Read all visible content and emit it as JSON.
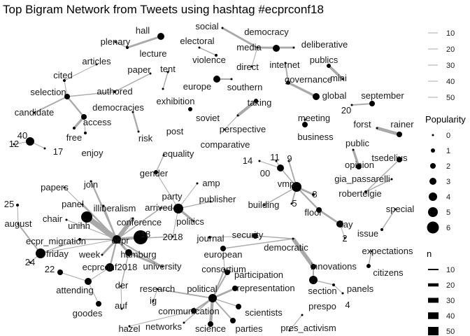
{
  "title": "Top Bigram Network from Tweets using hashtag #ecprconf18",
  "words": [
    "hall",
    "lecture",
    "plenary",
    "social",
    "democracy",
    "media",
    "deliberative",
    "electoral",
    "violence",
    "direct",
    "internet",
    "publics",
    "mini",
    "articles",
    "cited",
    "paper",
    "authored",
    "tent",
    "europe",
    "southern",
    "governance",
    "global",
    "selection",
    "candidate",
    "democracies",
    "exhibition",
    "risk",
    "post",
    "soviet",
    "taking",
    "perspective",
    "comparative",
    "september",
    "20",
    "meeting",
    "business",
    "access",
    "free",
    "enjoy",
    "40",
    "12",
    "17",
    "forst",
    "rainer",
    "public",
    "tsedelius",
    "opinion",
    "gia_passarelli",
    "robertelgie",
    "equality",
    "gender",
    "party",
    "amp",
    "publisher",
    "arrived",
    "politics",
    "14",
    "11",
    "00",
    "9",
    "vmp",
    "8",
    "5",
    "building",
    "floor",
    "day",
    "2",
    "special",
    "issue",
    "papers",
    "join",
    "25",
    "panel",
    "chair",
    "illiberalism",
    "conference",
    "unihh",
    "august",
    "ecpr_migration",
    "ecpr",
    "18",
    "2018",
    "journal",
    "security",
    "week",
    "friday",
    "hamburg",
    "24",
    "22",
    "ecprconf2018",
    "university",
    "european",
    "democratic",
    "consortium",
    "der",
    "research",
    "participation",
    "expectations",
    "citizens",
    "innovations",
    "panels",
    "section",
    "4",
    "attending",
    "ig",
    "representation",
    "political",
    "auf",
    "goodes",
    "communication",
    "scientists",
    "prespo",
    "networks",
    "science",
    "parties",
    "pres_activism",
    "hazel"
  ],
  "edges": [
    [
      "hall",
      "lecture",
      19
    ],
    [
      "plenary",
      "lecture",
      12
    ],
    [
      "social",
      "media",
      18
    ],
    [
      "media",
      "democracy",
      15
    ],
    [
      "media",
      "deliberative",
      18
    ],
    [
      "electoral",
      "violence",
      12
    ],
    [
      "media",
      "direct",
      10
    ],
    [
      "internet",
      "governance",
      14
    ],
    [
      "publics",
      "mini",
      22
    ],
    [
      "cited",
      "articles",
      10
    ],
    [
      "authored",
      "paper",
      12
    ],
    [
      "cited",
      "selection",
      10
    ],
    [
      "selection",
      "candidate",
      14
    ],
    [
      "authored",
      "selection",
      12
    ],
    [
      "selection",
      "access",
      16
    ],
    [
      "free",
      "access",
      20
    ],
    [
      "access",
      "enjoy",
      10
    ],
    [
      "exhibition",
      "tent",
      12
    ],
    [
      "europe",
      "southern",
      14
    ],
    [
      "global",
      "governance",
      20
    ],
    [
      "democracies",
      "risk",
      16
    ],
    [
      "post",
      "soviet",
      10
    ],
    [
      "comparative",
      "perspective",
      10
    ],
    [
      "perspective",
      "taking",
      24
    ],
    [
      "20",
      "september",
      14
    ],
    [
      "meeting",
      "business",
      12
    ],
    [
      "forst",
      "rainer",
      26
    ],
    [
      "public",
      "opinion",
      20
    ],
    [
      "40",
      "12",
      10
    ],
    [
      "40",
      "17",
      10
    ],
    [
      "tsedelius",
      "robertelgie",
      12
    ],
    [
      "gia_passarelli",
      "robertelgie",
      12
    ],
    [
      "gender",
      "equality",
      12
    ],
    [
      "gender",
      "party",
      10
    ],
    [
      "party",
      "politics",
      20
    ],
    [
      "party",
      "arrived",
      14
    ],
    [
      "party",
      "amp",
      10
    ],
    [
      "party",
      "publisher",
      12
    ],
    [
      "party",
      "2018",
      10
    ],
    [
      "14",
      "00",
      10
    ],
    [
      "11",
      "00",
      10
    ],
    [
      "00",
      "vmp",
      12
    ],
    [
      "9",
      "vmp",
      14
    ],
    [
      "vmp",
      "8",
      18
    ],
    [
      "vmp",
      "5",
      14
    ],
    [
      "vmp",
      "building",
      12
    ],
    [
      "vmp",
      "floor",
      16
    ],
    [
      "floor",
      "day",
      18
    ],
    [
      "day",
      "2",
      10
    ],
    [
      "special",
      "issue",
      12
    ],
    [
      "ecpr",
      "conference",
      32
    ],
    [
      "ecpr",
      "unihh",
      40
    ],
    [
      "ecpr",
      "join",
      16
    ],
    [
      "ecpr",
      "illiberalism",
      12
    ],
    [
      "ecpr",
      "papers",
      10
    ],
    [
      "ecpr",
      "chair",
      10
    ],
    [
      "ecpr",
      "panel",
      16
    ],
    [
      "ecpr",
      "ecpr_migration",
      14
    ],
    [
      "ecpr",
      "week",
      18
    ],
    [
      "ecpr",
      "hamburg",
      20
    ],
    [
      "ecpr",
      "18",
      24
    ],
    [
      "ecpr",
      "friday",
      10
    ],
    [
      "ecpr",
      "ecprconf2018",
      16
    ],
    [
      "ecpr",
      "university",
      14
    ],
    [
      "ecpr",
      "arrived",
      12
    ],
    [
      "ecpr",
      "2018",
      12
    ],
    [
      "hamburg",
      "der",
      12
    ],
    [
      "hamburg",
      "university",
      20
    ],
    [
      "ecpr_migration",
      "friday",
      12
    ],
    [
      "august",
      "friday",
      14
    ],
    [
      "august",
      "25",
      10
    ],
    [
      "friday",
      "24",
      10
    ],
    [
      "22",
      "attending",
      10
    ],
    [
      "attending",
      "goodes",
      10
    ],
    [
      "ecprconf2018",
      "attending",
      10
    ],
    [
      "der",
      "auf",
      10
    ],
    [
      "journal",
      "security",
      10
    ],
    [
      "democratic",
      "security",
      12
    ],
    [
      "democratic",
      "innovations",
      30
    ],
    [
      "innovations",
      "section",
      14
    ],
    [
      "section",
      "panels",
      12
    ],
    [
      "panels",
      "4",
      10
    ],
    [
      "citizens",
      "expectations",
      12
    ],
    [
      "democratic",
      "european",
      12
    ],
    [
      "european",
      "consortium",
      10
    ],
    [
      "political",
      "research",
      14
    ],
    [
      "political",
      "consortium",
      14
    ],
    [
      "political",
      "participation",
      14
    ],
    [
      "political",
      "representation",
      18
    ],
    [
      "political",
      "scientists",
      12
    ],
    [
      "political",
      "communication",
      16
    ],
    [
      "political",
      "science",
      24
    ],
    [
      "political",
      "parties",
      14
    ],
    [
      "political",
      "networks",
      12
    ],
    [
      "communication",
      "hazel",
      10
    ],
    [
      "research",
      "ig",
      10
    ],
    [
      "prespo",
      "pres_activism",
      10
    ]
  ],
  "legend": {
    "edge_title": "",
    "edge_values": [
      "10",
      "20",
      "30",
      "40",
      "50"
    ],
    "popularity_title": "Popularity",
    "popularity_values": [
      "0",
      "1",
      "2",
      "3",
      "4",
      "5",
      "6"
    ],
    "n_title": "n",
    "n_values": [
      "10",
      "20",
      "30",
      "40",
      "50"
    ]
  }
}
